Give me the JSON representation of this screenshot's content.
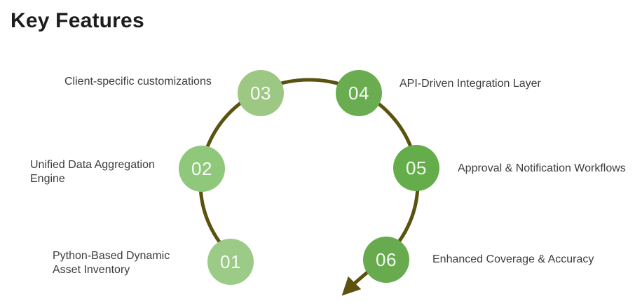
{
  "title": "Key Features",
  "diagram": {
    "curve_color": "#5b520f",
    "number_text_color": "#f2f6ee",
    "features": [
      {
        "id": "01",
        "label": "Python-Based Dynamic Asset Inventory",
        "color": "#9bcb86",
        "side": "left"
      },
      {
        "id": "02",
        "label": "Unified Data Aggregation Engine",
        "color": "#8fc87a",
        "side": "left"
      },
      {
        "id": "03",
        "label": "Client-specific customizations",
        "color": "#9cc883",
        "side": "left"
      },
      {
        "id": "04",
        "label": "API-Driven Integration Layer",
        "color": "#6aad51",
        "side": "right"
      },
      {
        "id": "05",
        "label": "Approval & Notification Workflows",
        "color": "#64ad4a",
        "side": "right"
      },
      {
        "id": "06",
        "label": "Enhanced Coverage & Accuracy",
        "color": "#67ab4e",
        "side": "right"
      }
    ]
  }
}
